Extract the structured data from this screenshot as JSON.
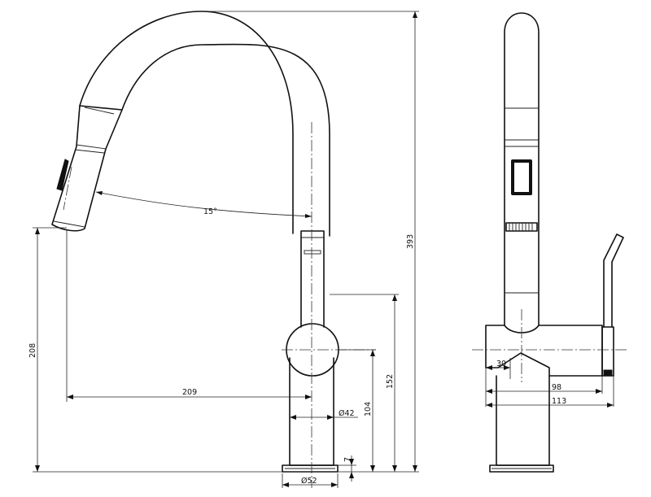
{
  "dimensions": {
    "height_total": "393",
    "outlet_height": "208",
    "reach": "209",
    "swivel_angle": "15°",
    "base_height": "152",
    "body_height": "104",
    "body_diameter": "Ø42",
    "base_plate": "7",
    "base_diameter": "Ø52",
    "side_30": "30",
    "side_98": "98",
    "side_113": "113"
  }
}
